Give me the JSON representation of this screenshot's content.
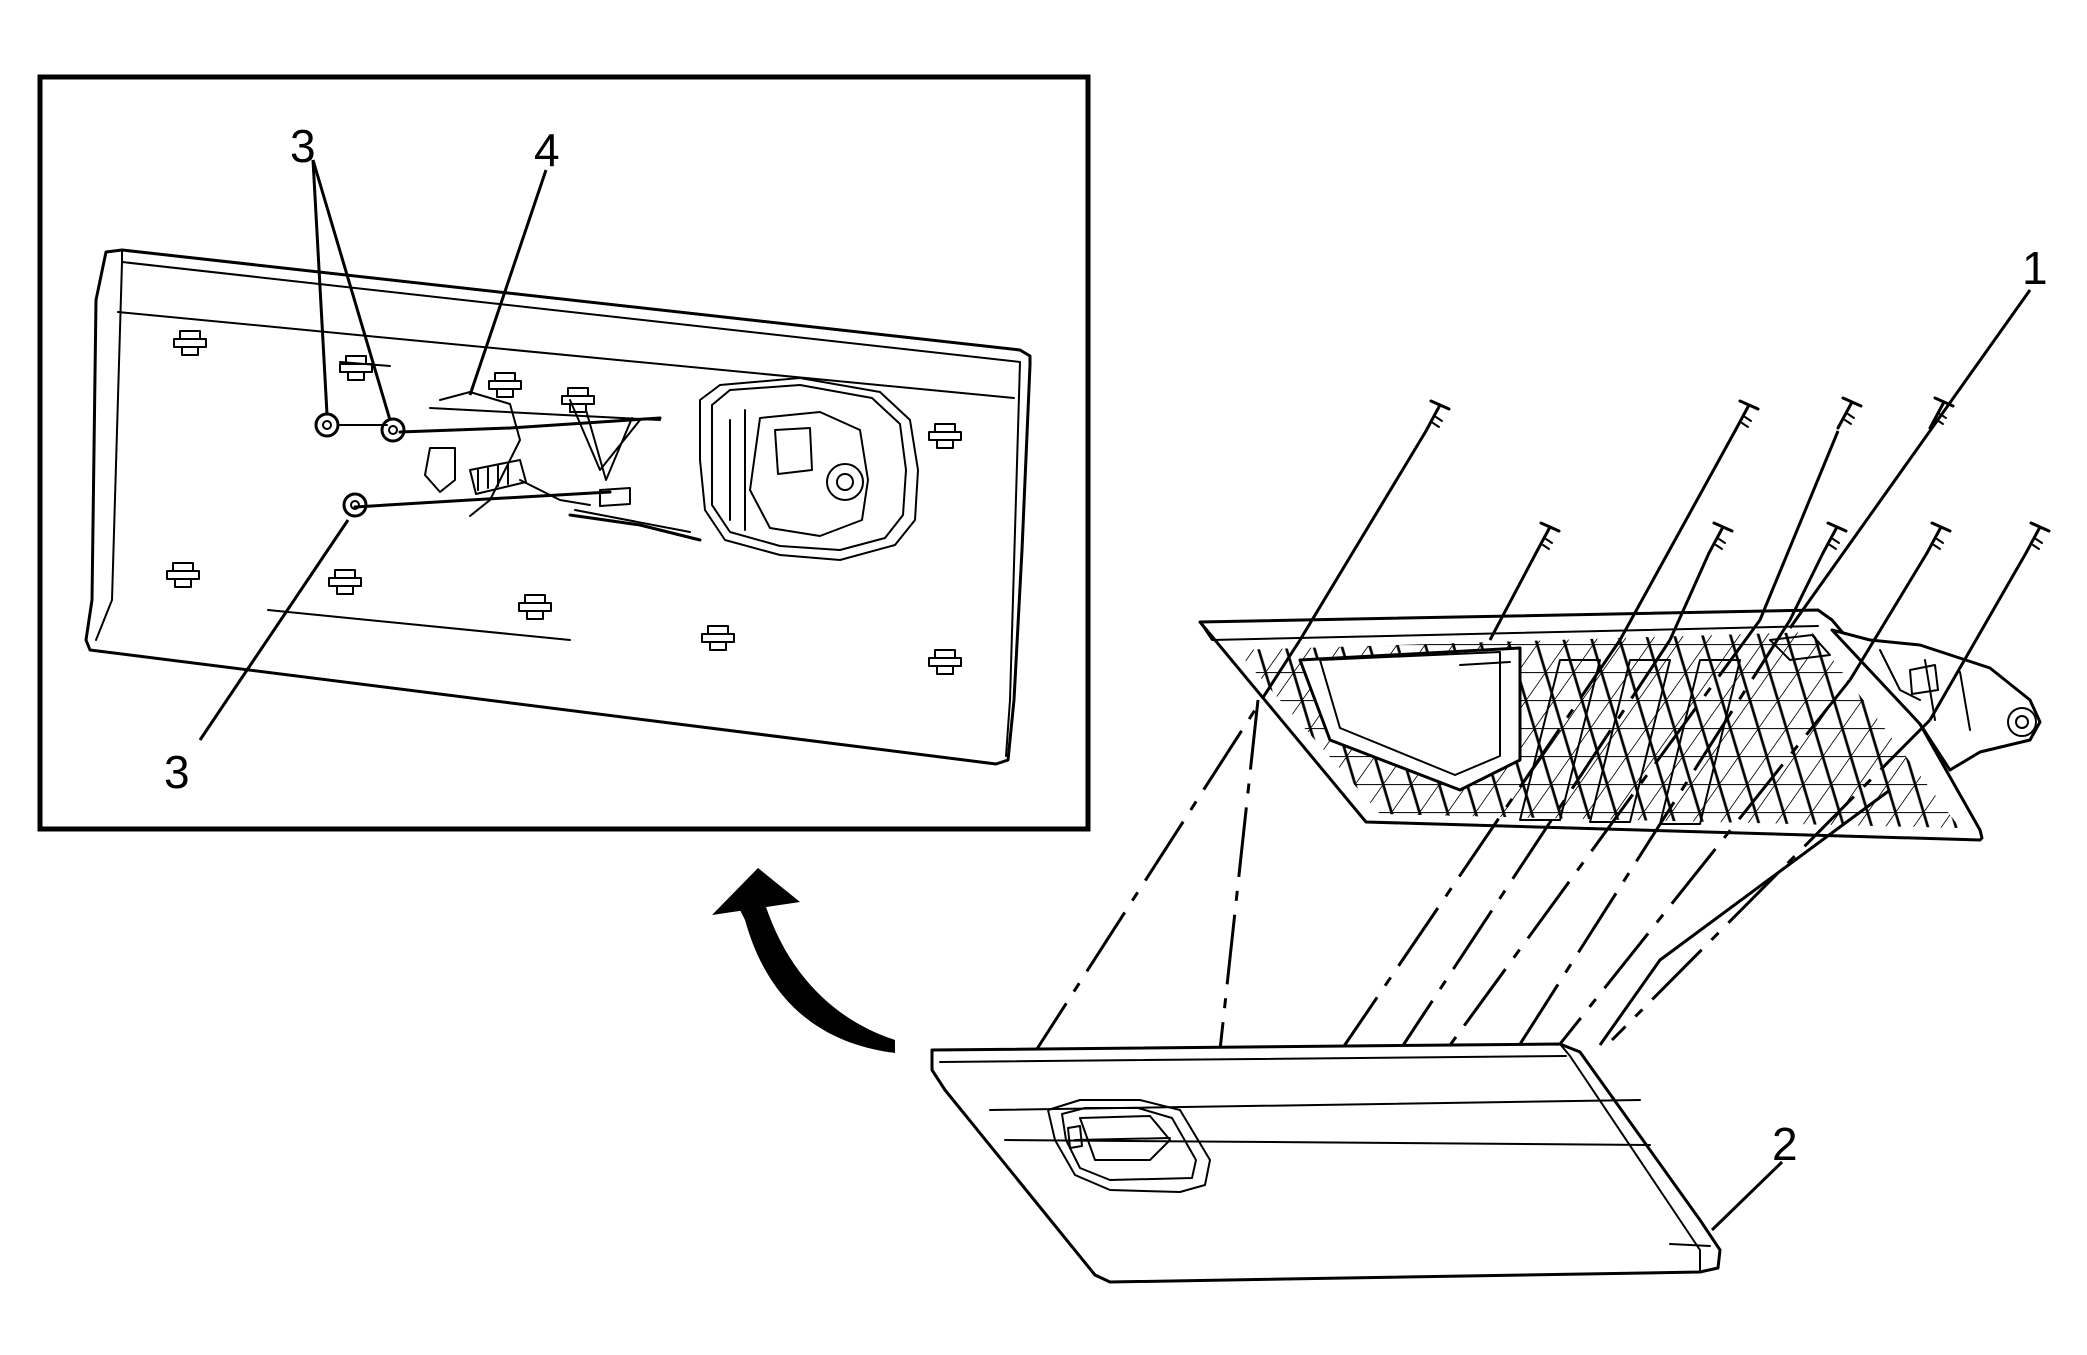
{
  "callouts": {
    "c1": "1",
    "c2": "2",
    "c3_upper": "3",
    "c3_lower": "3",
    "c4": "4"
  },
  "icons": {
    "arrow": "curved-arrow-icon",
    "screw": "screw-icon",
    "clip": "retainer-clip-icon",
    "pivot": "pivot-pin-icon"
  },
  "colors": {
    "line": "#000000",
    "background": "#ffffff"
  }
}
